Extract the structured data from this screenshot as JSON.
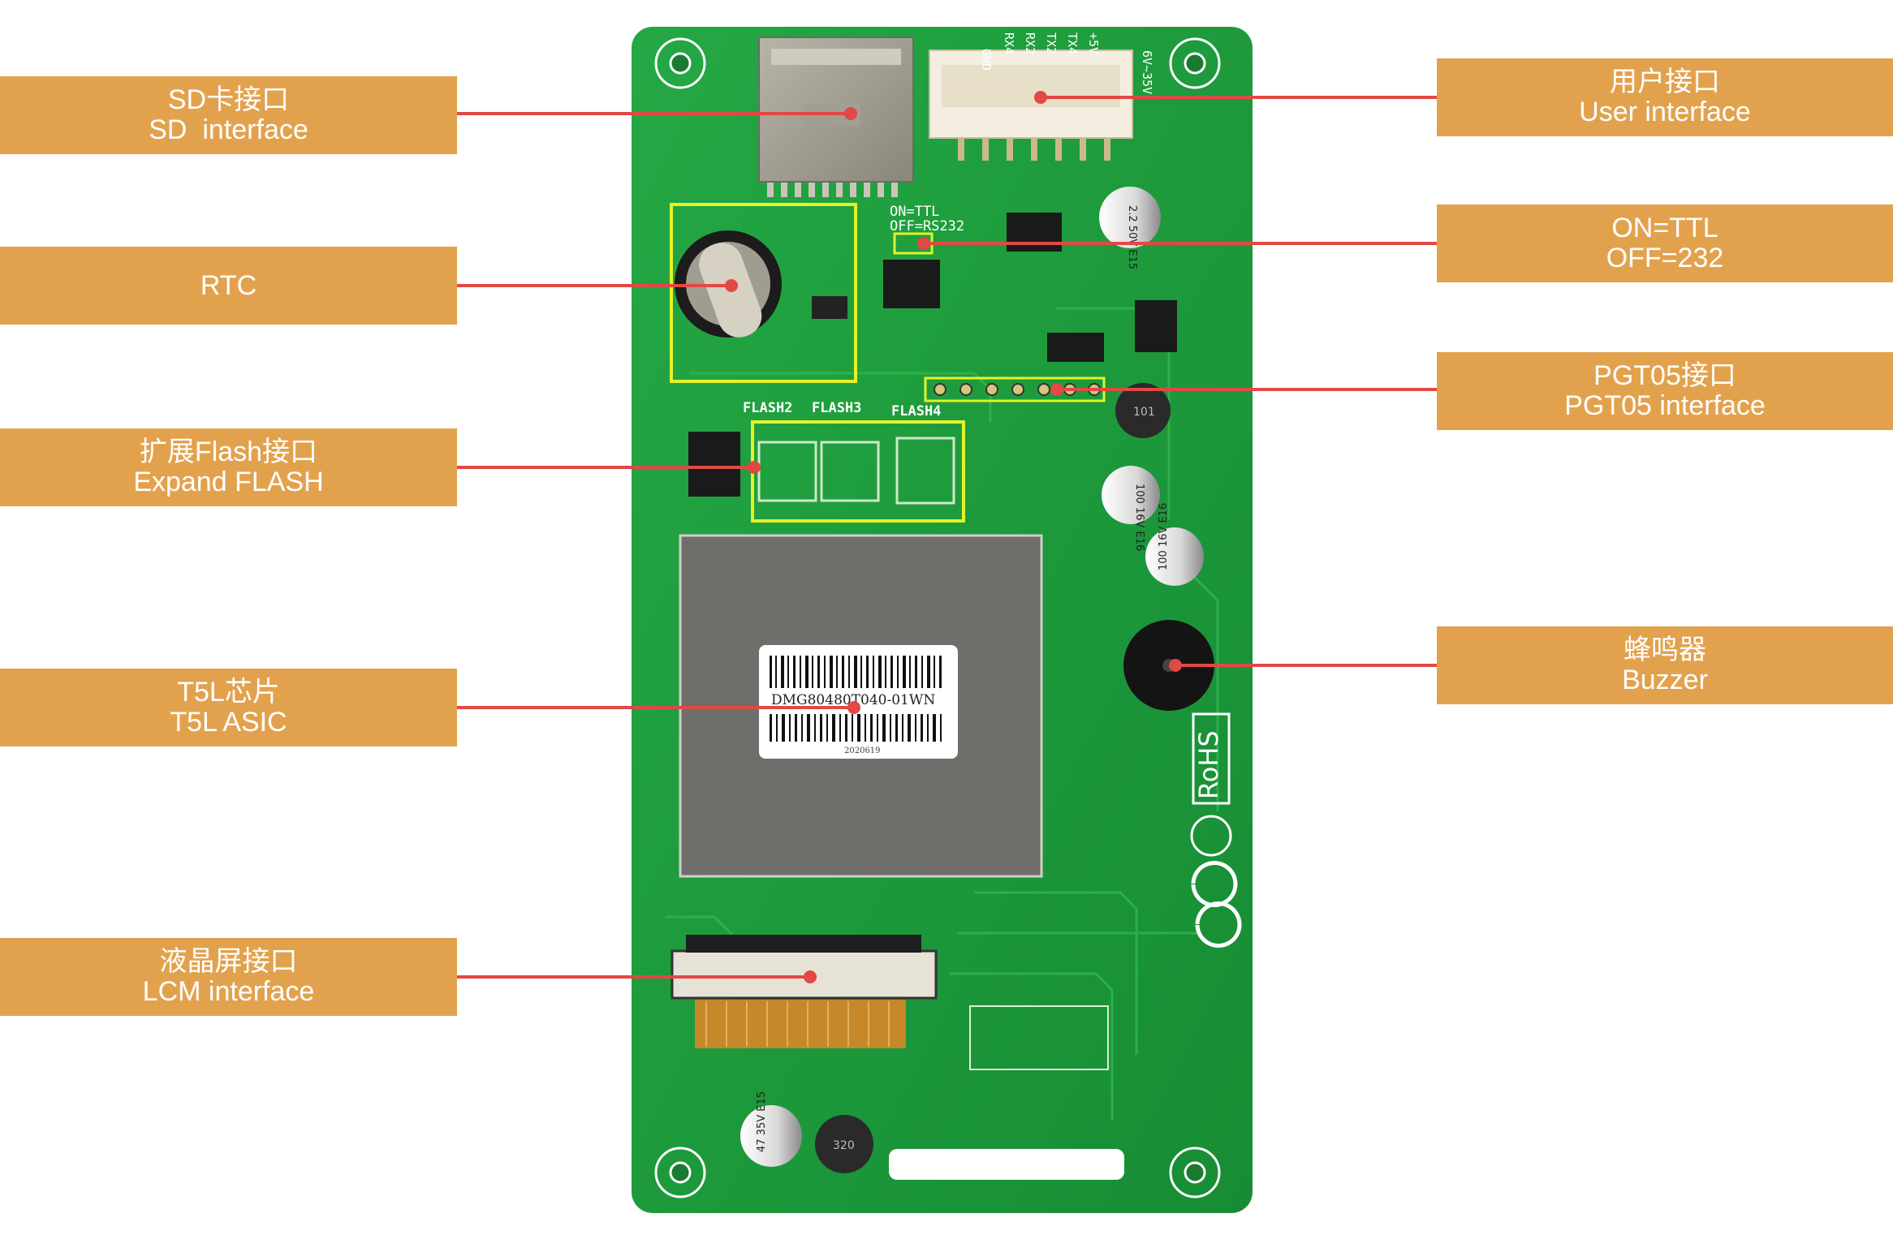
{
  "callouts": [
    {
      "id": "sd",
      "line1": "SD卡接口",
      "line2": "SD  interface"
    },
    {
      "id": "rtc",
      "line1": "RTC",
      "line2": ""
    },
    {
      "id": "flash",
      "line1": "扩展Flash接口",
      "line2": "Expand FLASH"
    },
    {
      "id": "t5l",
      "line1": "T5L芯片",
      "line2": "T5L ASIC"
    },
    {
      "id": "lcm",
      "line1": "液晶屏接口",
      "line2": "LCM interface"
    },
    {
      "id": "user",
      "line1": "用户接口",
      "line2": "User interface"
    },
    {
      "id": "ttl",
      "line1": "ON=TTL",
      "line2": "OFF=232"
    },
    {
      "id": "pgt",
      "line1": "PGT05接口",
      "line2": "PGT05 interface"
    },
    {
      "id": "buzzer",
      "line1": "蜂鸣器",
      "line2": "Buzzer"
    }
  ],
  "board": {
    "chip_label": "DMG80480T040-01WN",
    "chip_date": "2020619",
    "silk_flash": [
      "FLASH2",
      "FLASH3",
      "FLASH4"
    ],
    "silk_switch": [
      "ON=TTL",
      "OFF=RS232"
    ],
    "silk_pins": [
      "GND",
      "RX4",
      "RX2",
      "TX2",
      "TX4",
      "+5V"
    ],
    "silk_voltage": "6V~35V",
    "silk_rohs": "RoHS",
    "cap_marks": [
      "2.2 50V E15",
      "100 16V E16",
      "100 16V E16",
      "47 35V E15"
    ],
    "inductor_marks": [
      "101",
      "320"
    ]
  },
  "colors": {
    "label_bg": "#e2a24d",
    "leader": "#e24844",
    "pcb": "#1e9a3c",
    "highlight": "#e4f22a"
  }
}
